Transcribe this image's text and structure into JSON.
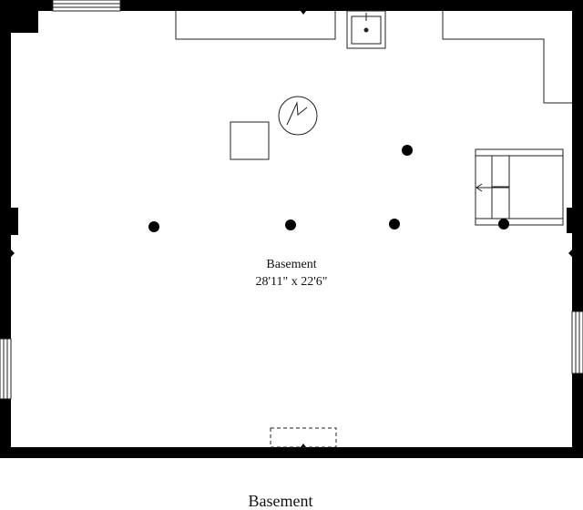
{
  "colors": {
    "wall": "#000000",
    "line": "#222222",
    "background": "#ffffff"
  },
  "room": {
    "name": "Basement",
    "dimensions": "28'11\" x 22'6\""
  },
  "floor": {
    "title": "Basement"
  },
  "icons": {
    "water_heater": "water-heater-icon",
    "sink": "sink-icon",
    "sofa": "sofa-icon",
    "column": "support-column-icon"
  }
}
